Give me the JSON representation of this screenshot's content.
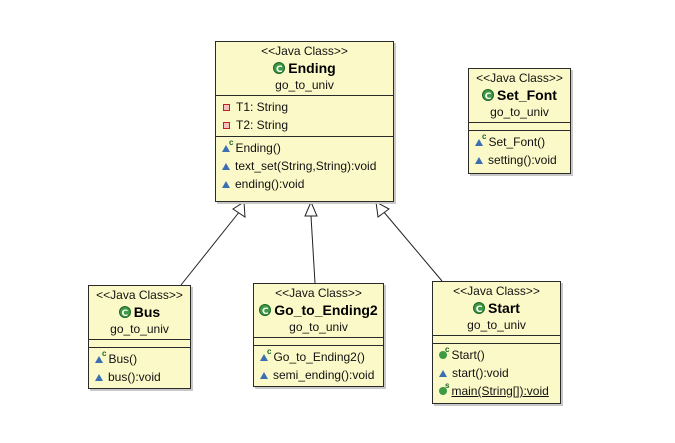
{
  "stereotype": "<<Java Class>>",
  "package": "go_to_univ",
  "ending": {
    "name": "Ending",
    "attributes": [
      "T1: String",
      "T2: String"
    ],
    "operations": [
      "Ending()",
      "text_set(String,String):void",
      "ending():void"
    ]
  },
  "set_font": {
    "name": "Set_Font",
    "operations": [
      "Set_Font()",
      "setting():void"
    ]
  },
  "bus": {
    "name": "Bus",
    "operations": [
      "Bus()",
      "bus():void"
    ]
  },
  "go_to_ending2": {
    "name": "Go_to_Ending2",
    "operations": [
      "Go_to_Ending2()",
      "semi_ending():void"
    ]
  },
  "start": {
    "name": "Start",
    "operations": [
      "Start()",
      "start():void",
      "main(String[]):void"
    ]
  },
  "colors": {
    "class_fill": "#fcf9c8",
    "class_icon": "#3d9a45",
    "method_icon": "#3a6fb4",
    "field_icon": "#c02020"
  }
}
